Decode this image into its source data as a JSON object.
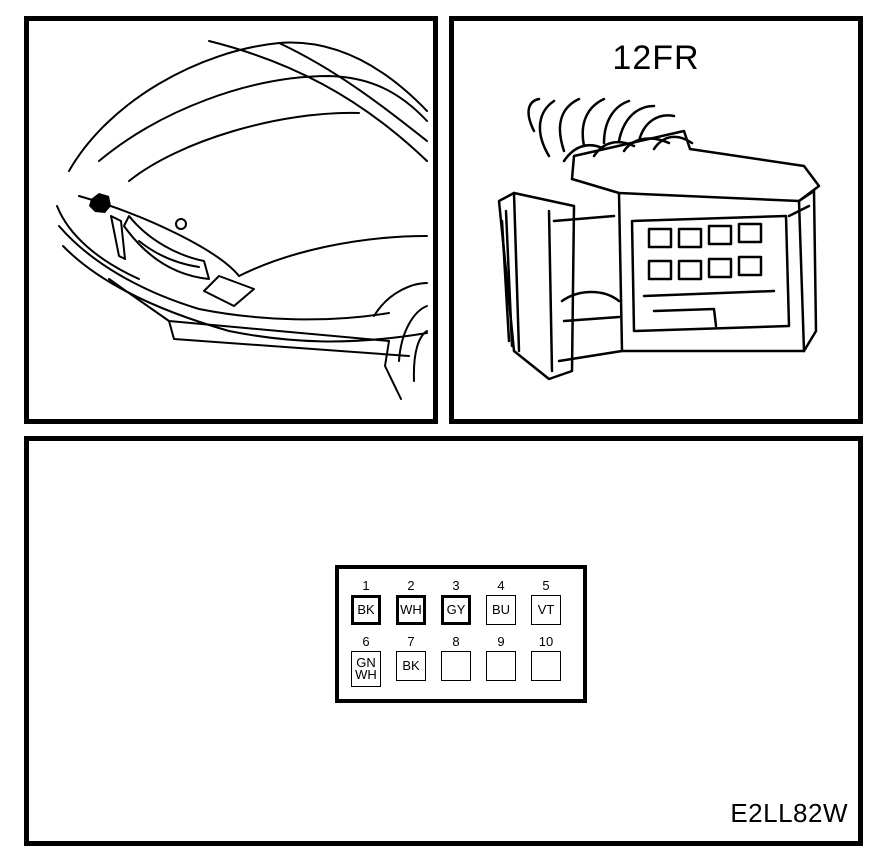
{
  "connector": {
    "title": "12FR",
    "figure_code": "E2LL82W"
  },
  "pins": [
    {
      "num": "1",
      "lines": [
        "BK"
      ],
      "bold": true
    },
    {
      "num": "2",
      "lines": [
        "WH"
      ],
      "bold": true
    },
    {
      "num": "3",
      "lines": [
        "GY"
      ],
      "bold": true
    },
    {
      "num": "4",
      "lines": [
        "BU"
      ],
      "bold": false
    },
    {
      "num": "5",
      "lines": [
        "VT"
      ],
      "bold": false
    },
    {
      "num": "6",
      "lines": [
        "GN",
        "WH"
      ],
      "bold": false
    },
    {
      "num": "7",
      "lines": [
        "BK"
      ],
      "bold": false
    },
    {
      "num": "8",
      "lines": [],
      "bold": false
    },
    {
      "num": "9",
      "lines": [],
      "bold": false
    },
    {
      "num": "10",
      "lines": [],
      "bold": false
    }
  ]
}
